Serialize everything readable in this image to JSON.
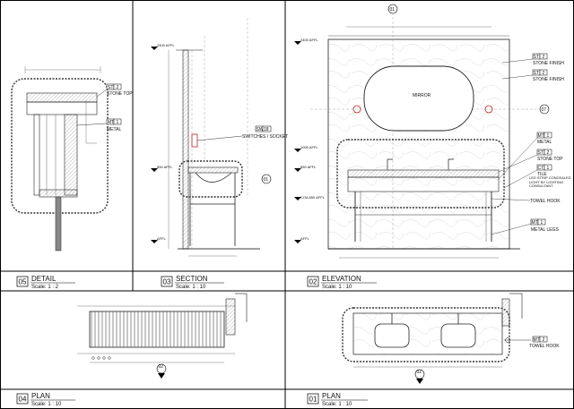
{
  "drawing_views": [
    {
      "num": "05",
      "title": "DETAIL",
      "scale": "Scale: 1 : 2"
    },
    {
      "num": "03",
      "title": "SECTION",
      "scale": "Scale: 1 : 10"
    },
    {
      "num": "02",
      "title": "ELEVATION",
      "scale": "Scale: 1 : 10"
    },
    {
      "num": "04",
      "title": "PLAN",
      "scale": "Scale: 1 : 10"
    },
    {
      "num": "01",
      "title": "PLAN",
      "scale": "Scale: 1 : 10"
    }
  ],
  "detail_tags": {
    "stone_top_code": "ST",
    "stone_top_num": "2",
    "stone_top_label": "STONE TOP",
    "metal_code": "MT",
    "metal_num": "1",
    "metal_label": "METAL"
  },
  "section_tags": {
    "switch_code": "SW",
    "switch_num": "18",
    "switch_label": "SWITCHES / SOCKET",
    "level_top": "2400 AFFL",
    "level_counter": "850 AFFL",
    "level_floor": "AFFL",
    "marker": "01"
  },
  "elevation_tags": {
    "grid_top": "01",
    "grid_side": "07",
    "mirror_label": "MIRROR",
    "level_top": "2400 AFFL",
    "level_upper": "1000 AFFL",
    "level_counter": "850 AFFL",
    "level_tile": "COA 850 AFFL",
    "level_floor": "AFFL",
    "tags": [
      {
        "code": "ST",
        "num": "2",
        "label": "STONE FINISH"
      },
      {
        "code": "ST",
        "num": "2",
        "label": "STONE FINISH"
      },
      {
        "code": "MT",
        "num": "1",
        "label": "METAL"
      },
      {
        "code": "ST",
        "num": "2",
        "label": "STONE TOP"
      },
      {
        "code": "CT",
        "num": "1",
        "label": "TILE"
      },
      {
        "code": "",
        "num": "",
        "label": "LED STRIP CONCEALED LIGHT BY LIGHTING CONSULTANT"
      },
      {
        "code": "",
        "num": "",
        "label": "TOWEL HOOK"
      },
      {
        "code": "MT",
        "num": "1",
        "label": "METAL LEGS"
      }
    ]
  },
  "plan04_tags": {
    "marker": "02"
  },
  "plan01_tags": {
    "marker": "02",
    "hook_code": "MT",
    "hook_num": "2",
    "hook_label": "TOWEL HOOK"
  }
}
